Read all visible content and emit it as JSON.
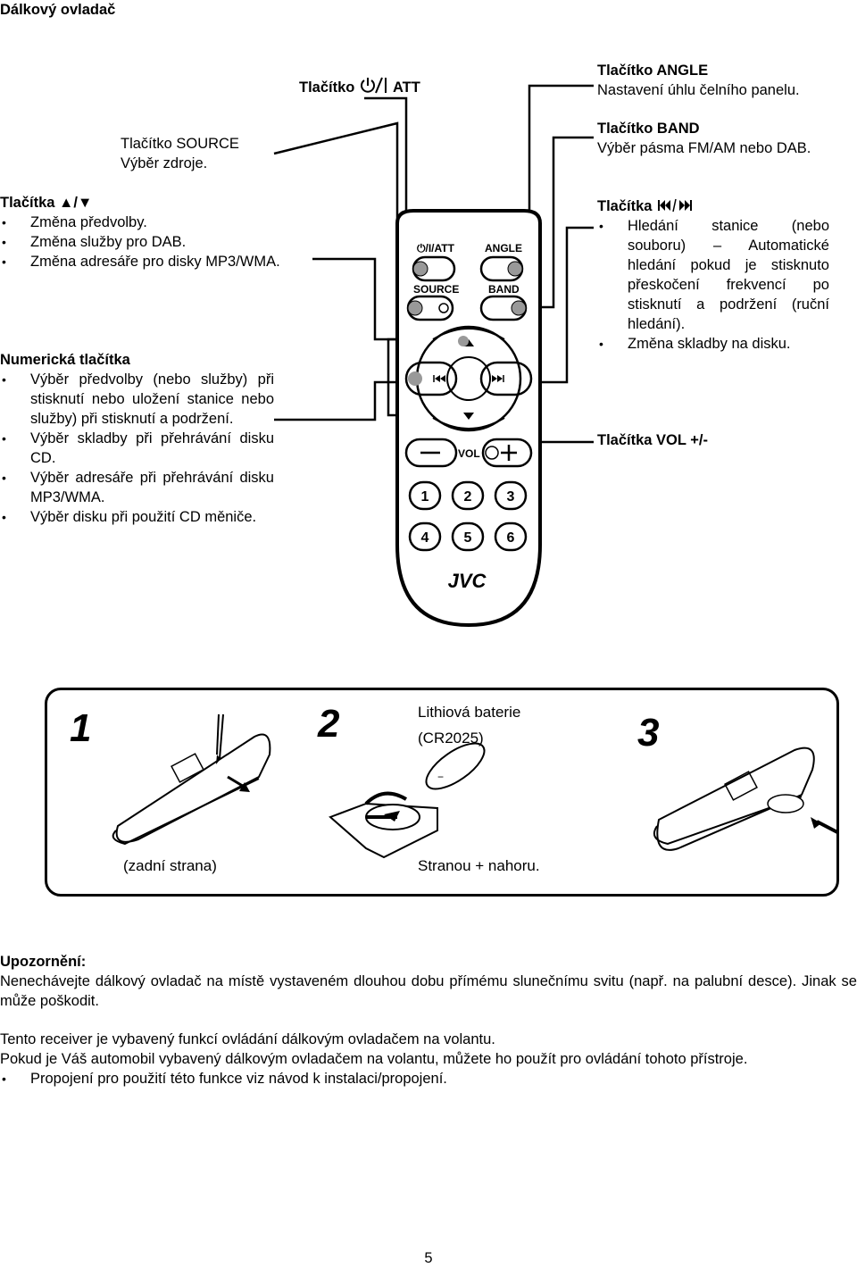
{
  "heading": "Dálkový ovladač",
  "labels": {
    "power": {
      "title_prefix": "Tlačítko",
      "title_suffix": "ATT"
    },
    "source": {
      "title": "Tlačítko SOURCE",
      "desc": "Výběr zdroje."
    },
    "updown": {
      "title": "Tlačítka ▲/▼",
      "items": [
        "Změna předvolby.",
        "Změna služby pro DAB.",
        "Změna adresáře pro disky MP3/WMA."
      ]
    },
    "numeric": {
      "title": "Numerická tlačítka",
      "items": [
        "Výběr předvolby (nebo služby) při stisknutí nebo uložení stanice nebo služby) při stisknutí a podržení.",
        "Výběr skladby při přehrávání disku CD.",
        "Výběr adresáře při přehrávání disku MP3/WMA.",
        "Výběr disku při použití CD měniče."
      ]
    },
    "angle": {
      "title": "Tlačítko ANGLE",
      "desc": "Nastavení úhlu čelního panelu."
    },
    "band": {
      "title": "Tlačítko BAND",
      "desc": "Výběr pásma FM/AM nebo DAB."
    },
    "skip": {
      "title_prefix": "Tlačítka",
      "items": [
        "Hledání stanice (nebo souboru) – Automatické hledání pokud je stisknuto přeskočení frekvencí po stisknutí a podržení (ruční hledání).",
        "Změna skladby na disku."
      ]
    },
    "vol": {
      "title": "Tlačítka VOL +/-"
    }
  },
  "remote": {
    "power_label": "/I/ATT",
    "angle_label": "ANGLE",
    "source_label": "SOURCE",
    "band_label": "BAND",
    "vol_label": "VOL",
    "numbers": [
      "1",
      "2",
      "3",
      "4",
      "5",
      "6"
    ],
    "brand": "JVC"
  },
  "battery": {
    "steps": [
      "1",
      "2",
      "3"
    ],
    "battery_name": "Lithiová baterie",
    "battery_model": "(CR2025)",
    "back_side": "(zadní strana)",
    "side_up": "Stranou + nahoru."
  },
  "notice": {
    "title": "Upozornění:",
    "text": "Nenechávejte dálkový ovladač na místě vystaveném dlouhou dobu přímému slunečnímu svitu (např. na palubní desce). Jinak se může poškodit."
  },
  "steering": {
    "line1": "Tento receiver je vybavený funkcí ovládání dálkovým ovladačem na volantu.",
    "line2": "Pokud je Váš automobil vybavený dálkovým ovladačem na volantu, můžete ho použít pro ovládání tohoto přístroje.",
    "items": [
      "Propojení pro použití této funkce viz návod k instalaci/propojení."
    ]
  },
  "page_number": "5"
}
